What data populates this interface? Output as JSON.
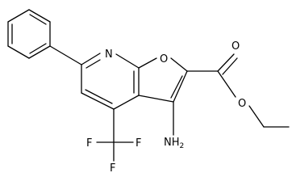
{
  "molecule": {
    "atoms": {
      "ring_n": "N",
      "furan_o": "O",
      "carbonyl_o": "O",
      "ester_o": "O",
      "amino": "NH2",
      "amino_main": "NH",
      "amino_sub": "2",
      "f_left": "F",
      "f_right": "F",
      "f_bottom": "F"
    },
    "colors": {
      "bond": "#000000",
      "label": "#000000",
      "background": "#ffffff"
    }
  }
}
